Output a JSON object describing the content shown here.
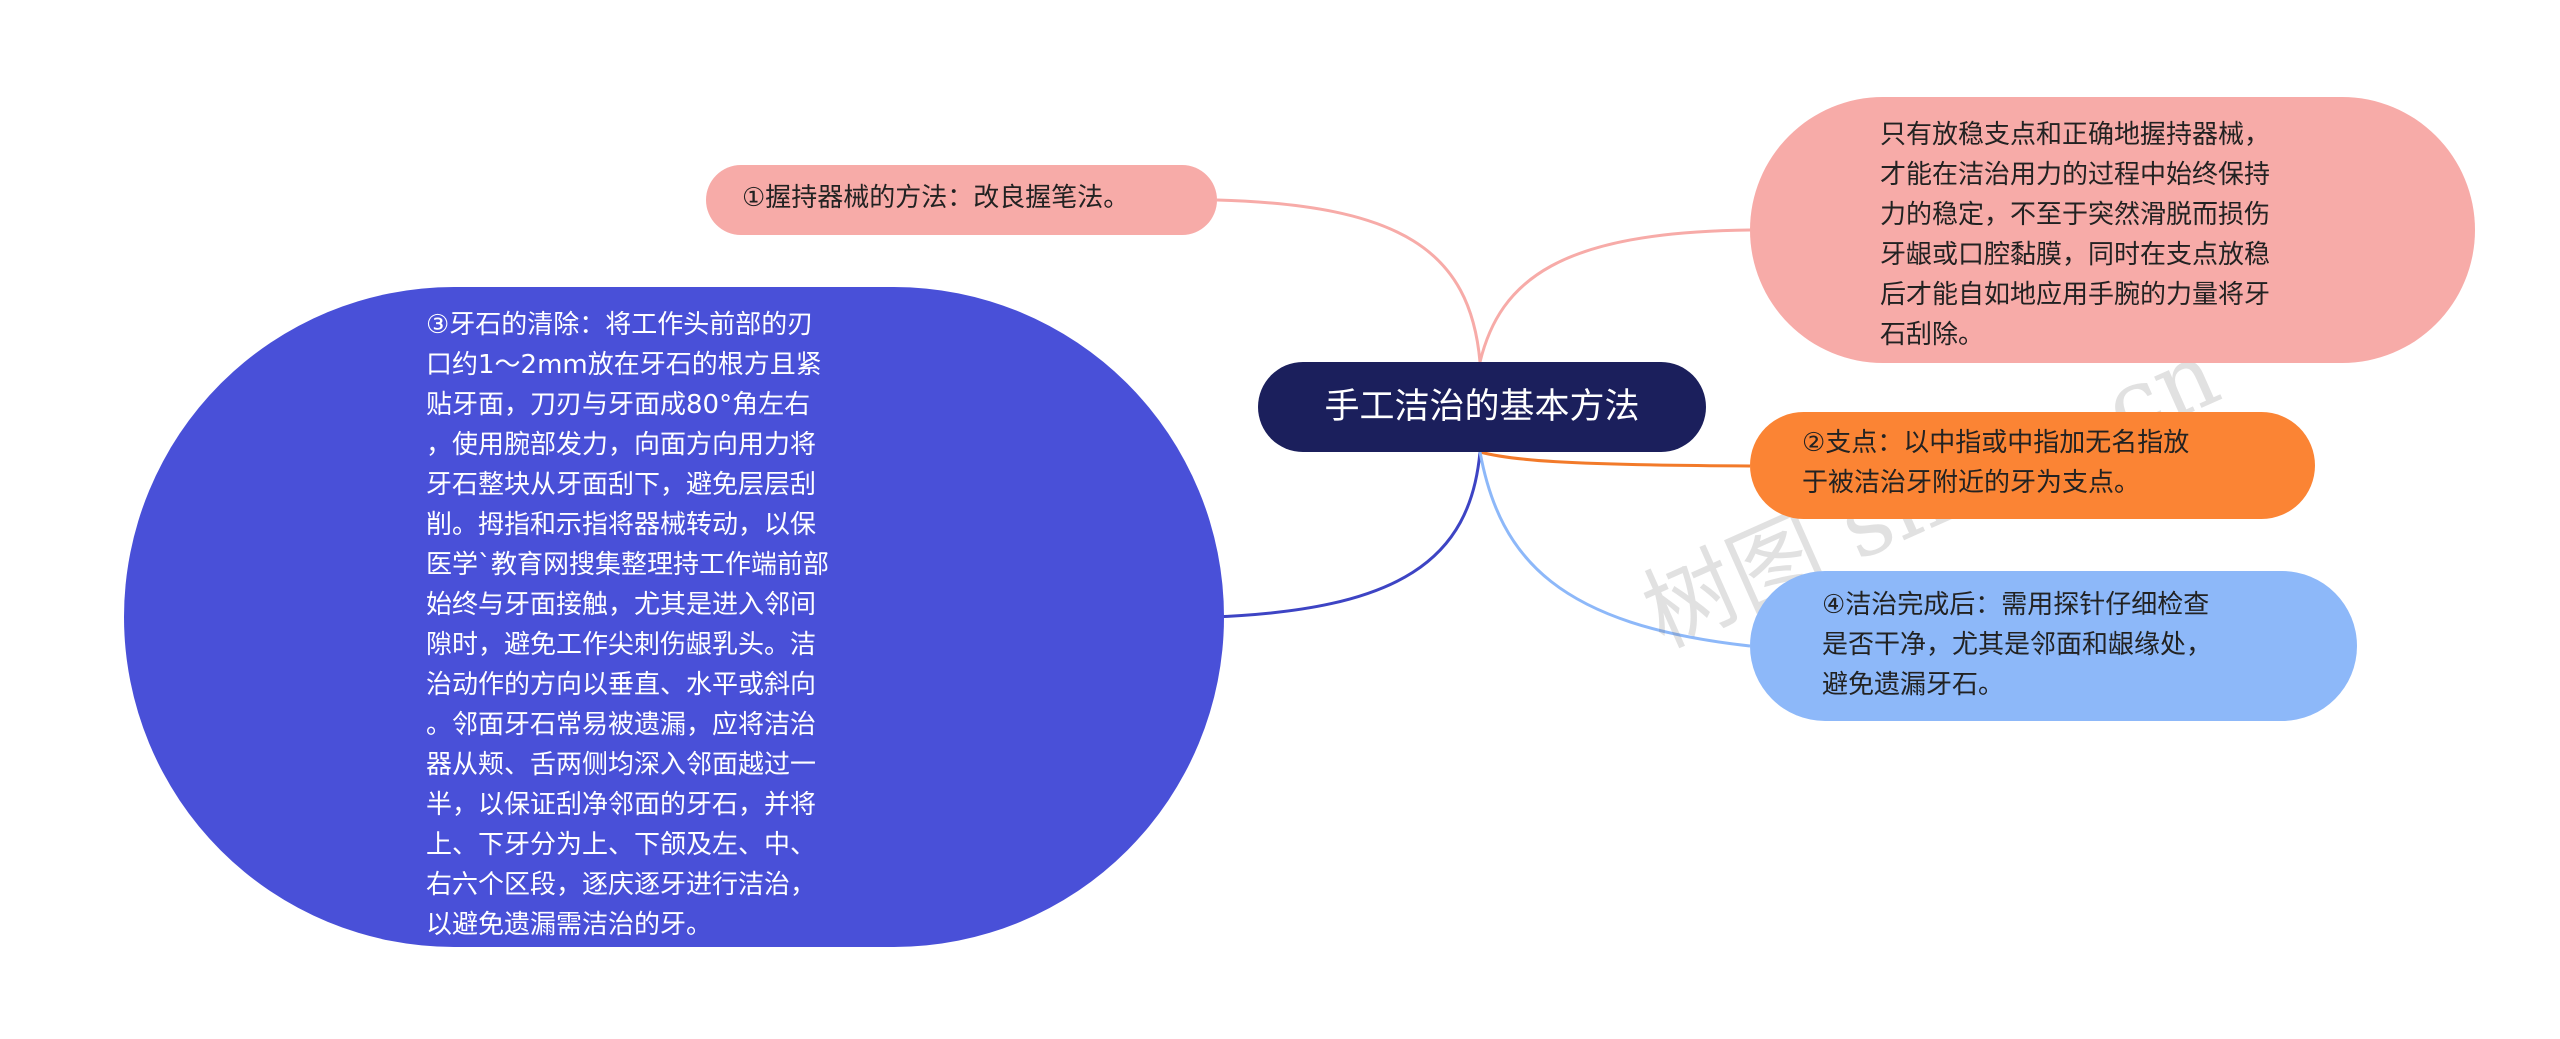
{
  "diagram": {
    "center": {
      "label": "手工洁治的基本方法",
      "color": "#1b1f5c"
    },
    "branches": [
      {
        "id": "grip",
        "text": "①握持器械的方法：改良握笔法。",
        "color": "#f7aba8"
      },
      {
        "id": "stability",
        "text": "只有放稳支点和正确地握持器械，\n才能在洁治用力的过程中始终保持\n力的稳定，不至于突然滑脱而损伤\n牙龈或口腔黏膜，同时在支点放稳\n后才能自如地应用手腕的力量将牙\n石刮除。",
        "color": "#f7aba8"
      },
      {
        "id": "removal",
        "text": "③牙石的清除：将工作头前部的刃\n口约1～2mm放在牙石的根方且紧\n贴牙面，刀刃与牙面成80°角左右\n，使用腕部发力，向面方向用力将\n牙石整块从牙面刮下，避免层层刮\n削。拇指和示指将器械转动，以保\n医学`教育网搜集整理持工作端前部\n始终与牙面接触，尤其是进入邻间\n隙时，避免工作尖刺伤龈乳头。洁\n治动作的方向以垂直、水平或斜向\n。邻面牙石常易被遗漏，应将洁治\n器从颊、舌两侧均深入邻面越过一\n半，以保证刮净邻面的牙石，并将\n上、下牙分为上、下颌及左、中、\n右六个区段，逐庆逐牙进行洁治，\n以避免遗漏需洁治的牙。",
        "color": "#4950d8"
      },
      {
        "id": "fulcrum",
        "text": "②支点：以中指或中指加无名指放\n于被洁治牙附近的牙为支点。",
        "color": "#fb8434"
      },
      {
        "id": "after",
        "text": "④洁治完成后：需用探针仔细检查\n是否干净，尤其是邻面和龈缘处，\n避免遗漏牙石。",
        "color": "#8db8f9"
      }
    ],
    "edge_colors": {
      "grip": "#f7aba8",
      "stability": "#f7aba8",
      "removal": "#3d44c4",
      "fulcrum": "#f27a2a",
      "after": "#8db8f9"
    }
  },
  "watermarks": [
    "树图 shutu.cn",
    "树图 shutu.cn"
  ]
}
